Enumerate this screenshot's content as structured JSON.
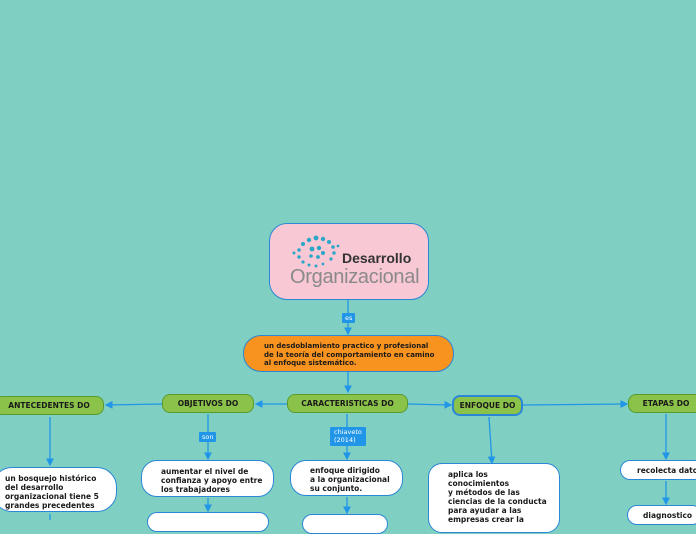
{
  "central": {
    "title_line1": "Desarrollo",
    "title_line2": "Organizacional",
    "logo": "dotted-swirl-logo"
  },
  "link_es": "es",
  "definition": "un desdoblamiento practico y profesional\nde la teoría del comportamiento en camino\nal enfoque sistemático.",
  "branches": {
    "antecedentes": "ANTECEDENTES DO",
    "objetivos": "OBJETIVOS DO",
    "caracteristicas": "CARACTERISTICAS DO",
    "enfoque": "ENFOQUE DO",
    "etapas": "ETAPAS DO"
  },
  "tags": {
    "son": "son",
    "chiaveto": "chiaveto\n(2014)"
  },
  "details": {
    "antecedentes": "un bosquejo histórico\n del desarrollo\norganizacional tiene 5\ngrandes precedentes",
    "objetivos": "aumentar el nivel de\nconfianza y apoyo entre\nlos trabajadores",
    "caracteristicas": "enfoque dirigido\na la organizacional\n su conjunto.",
    "enfoque": "aplica los\nconocimientos\ny métodos de las\n ciencias de la conducta\npara ayudar a las\nempresas crear la",
    "etapas_1": "recolecta datos",
    "etapas_2": "diagnostico"
  },
  "colors": {
    "background": "#7fcfc2",
    "connector": "#2196e8",
    "branch_fill": "#8bc34a",
    "central_fill": "#f8c8d4",
    "definition_fill": "#f7931e"
  }
}
